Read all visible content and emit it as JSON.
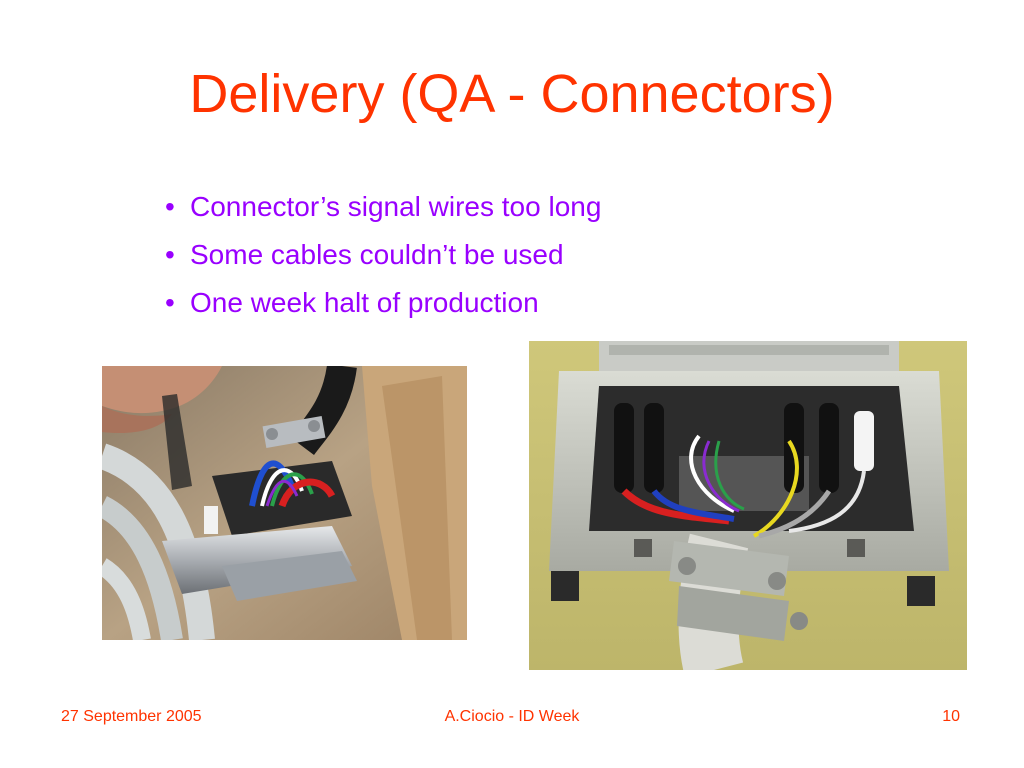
{
  "slide": {
    "title": "Delivery (QA - Connectors)",
    "bullets": [
      "Connector’s signal wires too long",
      "Some cables couldn’t be used",
      "One week halt of production"
    ],
    "bullet_glyph": "•"
  },
  "images": {
    "left": "photo-cable-connector-side-view",
    "right": "photo-connector-housing-open-wiring"
  },
  "footer": {
    "date": "27 September 2005",
    "author": "A.Ciocio - ID Week",
    "page": "10"
  },
  "colors": {
    "title": "#ff3300",
    "bullets": "#9900ff",
    "footer": "#ff3300",
    "background": "#ffffff"
  }
}
